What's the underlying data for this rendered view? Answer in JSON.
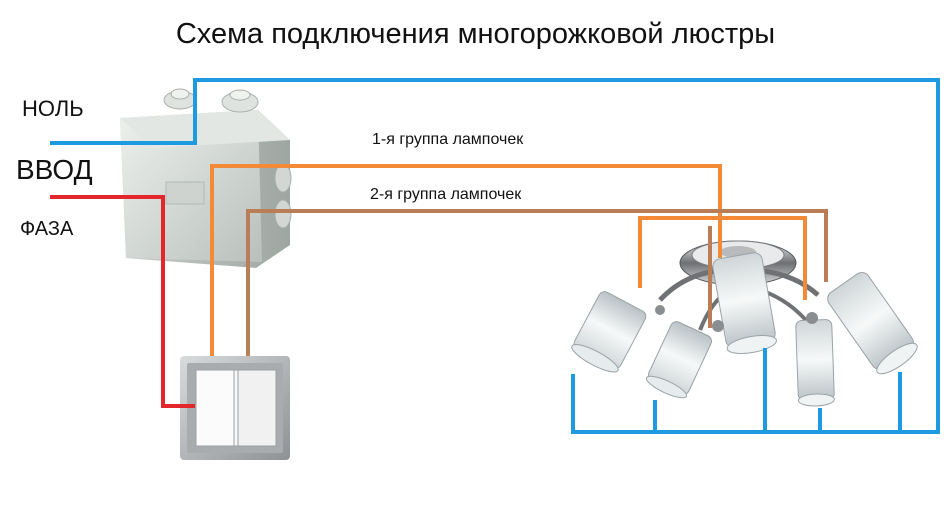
{
  "title": "Схема подключения многорожковой люстры",
  "labels": {
    "neutral": "НОЛЬ",
    "input": "ВВОД",
    "phase": "ФАЗА",
    "group1": "1-я группа лампочек",
    "group2": "2-я группа лампочек"
  },
  "colors": {
    "neutral_wire": "#1E9BE0",
    "phase_wire": "#E2262C",
    "group1_wire": "#F28A38",
    "group2_wire": "#B97E56"
  },
  "icons": {
    "junction_box": "junction-box-icon",
    "switch": "double-switch-icon",
    "chandelier": "chandelier-icon"
  }
}
